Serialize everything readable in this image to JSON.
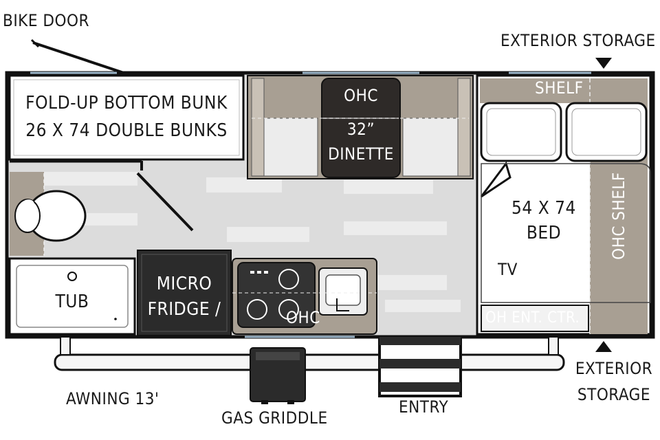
{
  "labels": {
    "bike_door": "BIKE DOOR",
    "exterior_storage_top": "EXTERIOR STORAGE",
    "bunk_line1": "FOLD-UP BOTTOM BUNK",
    "bunk_line2": "26 X 74 DOUBLE BUNKS",
    "ohc_dinette": "OHC",
    "dinette_line1": "32”",
    "dinette_line2": "DINETTE",
    "shelf": "SHELF",
    "ohc_left": "OHC",
    "bed_line1": "54 X 74",
    "bed_line2": "BED",
    "ohc_shelf": "OHC SHELF",
    "tv": "TV",
    "tub": "TUB",
    "micro_line1": "MICRO",
    "micro_line2": "FRIDGE /",
    "ohc_kitchen": "OHC",
    "oh_ent_ctr": "OH ENT. CTR.",
    "awning": "AWNING 13'",
    "gas_griddle": "GAS GRIDDLE",
    "entry": "ENTRY",
    "exterior_storage_bottom_line1": "EXTERIOR",
    "exterior_storage_bottom_line2": "STORAGE"
  },
  "colors": {
    "outline": "#111111",
    "floor": "#dedede",
    "floor_light": "#ebebeb",
    "taupe": "#a89f93",
    "taupe_light": "#c9c1b6",
    "dark": "#2b2b2b",
    "white": "#ffffff"
  }
}
